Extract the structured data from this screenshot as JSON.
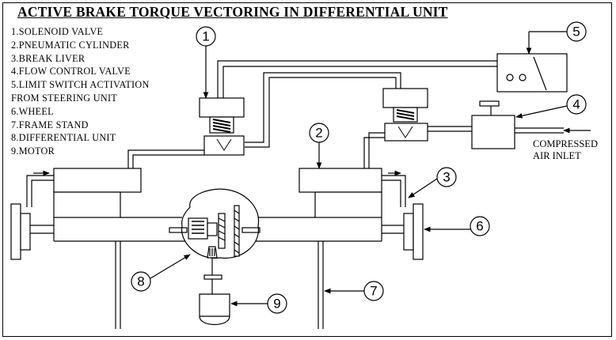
{
  "title": "ACTIVE BRAKE TORQUE VECTORING IN DIFFERENTIAL UNIT",
  "legend": [
    "1.SOLENOID VALVE",
    "2.PNEUMATIC CYLINDER",
    "3.BREAK LIVER",
    "4.FLOW CONTROL VALVE",
    "5.LIMIT SWITCH ACTIVATION",
    "FROM STEERING UNIT",
    "6.WHEEL",
    "7.FRAME STAND",
    "8.DIFFERENTIAL UNIT",
    "9.MOTOR"
  ],
  "inlet_label": [
    "COMPRESSED",
    "AIR INLET"
  ],
  "callouts": [
    "1",
    "2",
    "3",
    "4",
    "5",
    "6",
    "7",
    "8",
    "9"
  ]
}
